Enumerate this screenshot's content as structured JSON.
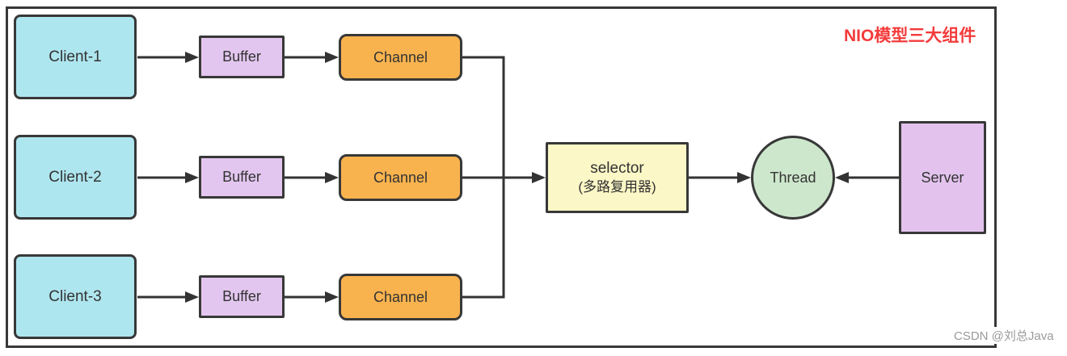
{
  "title": {
    "text": "NIO模型三大组件"
  },
  "watermark": {
    "text": "CSDN @刘总Java"
  },
  "colors": {
    "title": "#f43b3b",
    "stroke": "#333333",
    "client_fill": "#aee6ef",
    "buffer_fill": "#e3c6ef",
    "channel_fill": "#f9b34e",
    "selector_fill": "#fbf7c6",
    "thread_fill": "#cde7cc",
    "server_fill": "#e3c3ee",
    "watermark_text": "#9a9a9a"
  },
  "nodes": {
    "clients": [
      "Client-1",
      "Client-2",
      "Client-3"
    ],
    "buffers": [
      "Buffer",
      "Buffer",
      "Buffer"
    ],
    "channels": [
      "Channel",
      "Channel",
      "Channel"
    ],
    "selector": {
      "line1": "selector",
      "line2": "(多路复用器)"
    },
    "thread": {
      "label": "Thread"
    },
    "server": {
      "label": "Server"
    }
  }
}
